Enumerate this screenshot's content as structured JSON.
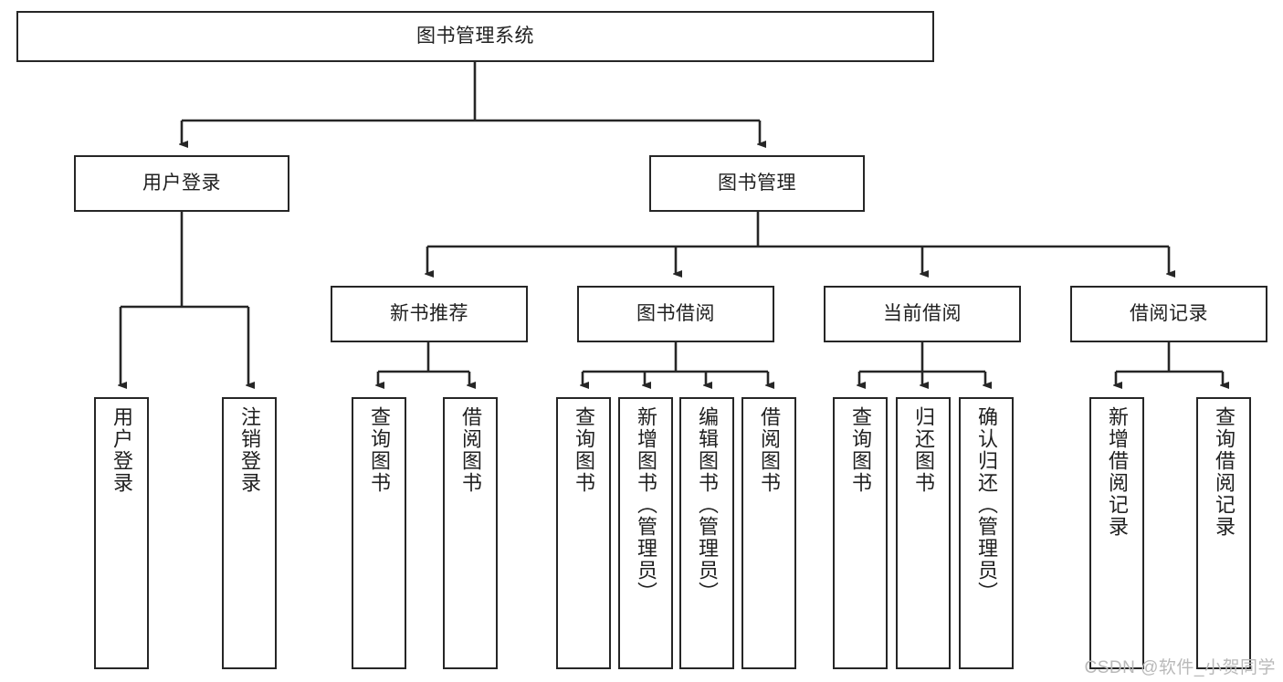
{
  "diagram": {
    "title": "图书管理系统",
    "type": "tree-hierarchy",
    "root": {
      "label": "图书管理系统"
    },
    "level2": [
      {
        "label": "用户登录"
      },
      {
        "label": "图书管理"
      }
    ],
    "level3": [
      {
        "label": "新书推荐"
      },
      {
        "label": "图书借阅"
      },
      {
        "label": "当前借阅"
      },
      {
        "label": "借阅记录"
      }
    ],
    "leaves": {
      "user_login": [
        {
          "label": "用户登录"
        },
        {
          "label": "注销登录"
        }
      ],
      "new_book_recommend": [
        {
          "label": "查询图书"
        },
        {
          "label": "借阅图书"
        }
      ],
      "book_borrow": [
        {
          "label": "查询图书"
        },
        {
          "label": "新增图书（管理员）"
        },
        {
          "label": "编辑图书（管理员）"
        },
        {
          "label": "借阅图书"
        }
      ],
      "current_borrow": [
        {
          "label": "查询图书"
        },
        {
          "label": "归还图书"
        },
        {
          "label": "确认归还（管理员）"
        }
      ],
      "borrow_record": [
        {
          "label": "新增借阅记录"
        },
        {
          "label": "查询借阅记录"
        }
      ]
    }
  },
  "watermark": {
    "text": "CSDN @软件_小贺同学"
  },
  "colors": {
    "stroke": "#262626",
    "background": "#ffffff",
    "text": "#202020",
    "watermark": "#b9b9b9"
  }
}
